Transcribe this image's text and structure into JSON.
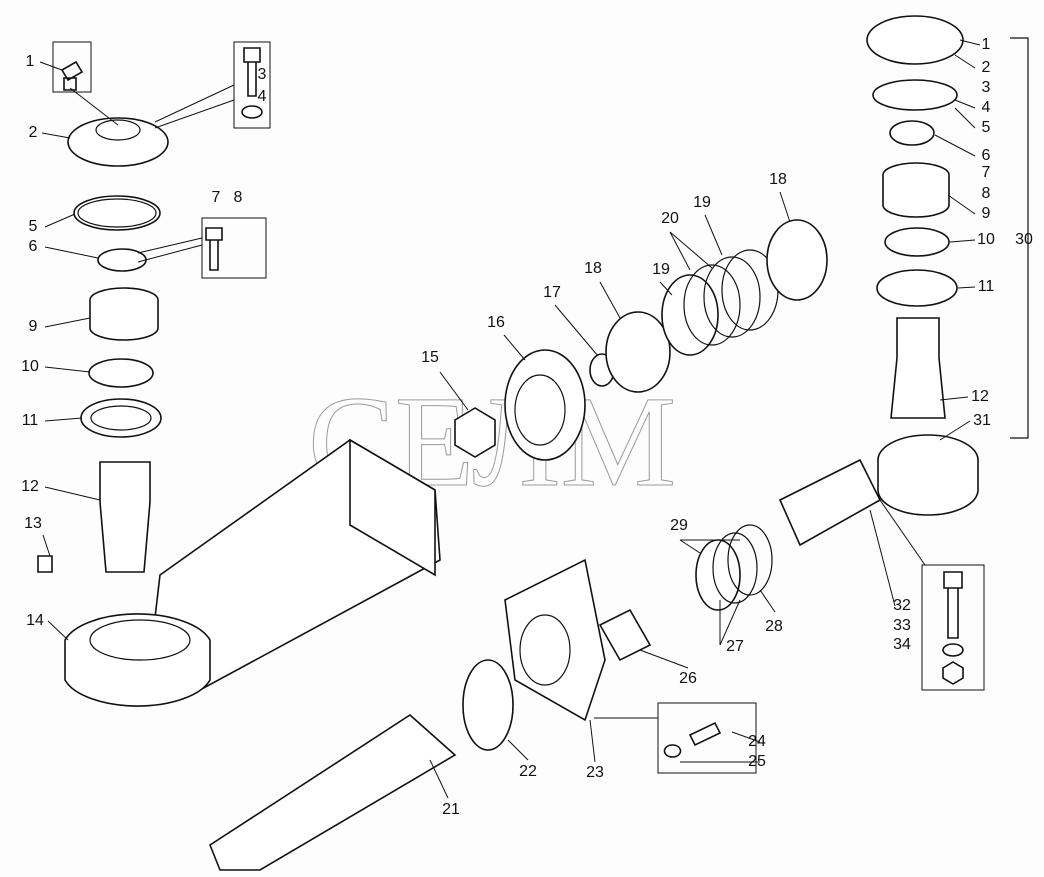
{
  "watermark": "СЕЛМ",
  "callouts": [
    "1",
    "2",
    "3",
    "4",
    "5",
    "6",
    "7",
    "8",
    "9",
    "10",
    "11",
    "12",
    "13",
    "14",
    "15",
    "16",
    "17",
    "18",
    "19",
    "20",
    "19",
    "18",
    "1",
    "2",
    "3",
    "4",
    "5",
    "6",
    "7",
    "8",
    "9",
    "10",
    "11",
    "12",
    "31",
    "30",
    "29",
    "28",
    "27",
    "26",
    "32",
    "33",
    "34",
    "24",
    "25",
    "23",
    "22",
    "21"
  ]
}
